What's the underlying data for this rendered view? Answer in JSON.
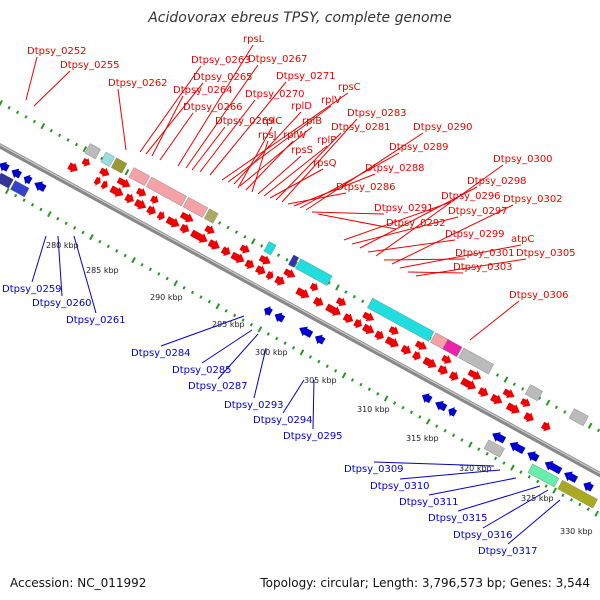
{
  "title": "Acidovorax ebreus TPSY, complete genome",
  "footer": {
    "accession": "Accession: NC_011992",
    "summary": "Topology: circular; Length: 3,796,573 bp; Genes: 3,544"
  },
  "colors": {
    "red": "#ee0000",
    "blue": "#0000cc",
    "backbone": "#8c8c8c",
    "tick": "#229922",
    "pink": "#f4a2a8",
    "cyan": "#22dddd",
    "magenta": "#ee22aa",
    "gray": "#bbbbbb"
  },
  "kbp_ticks": [
    "280 kbp",
    "285 kbp",
    "290 kbp",
    "295 kbp",
    "300 kbp",
    "305 kbp",
    "310 kbp",
    "315 kbp",
    "320 kbp",
    "325 kbp",
    "330 kbp"
  ],
  "red_labels": [
    "Dtpsy_0252",
    "Dtpsy_0255",
    "Dtpsy_0262",
    "Dtpsy_0263",
    "Dtpsy_0264",
    "Dtpsy_0265",
    "Dtpsy_0266",
    "rpsL",
    "Dtpsy_0267",
    "Dtpsy_0269",
    "Dtpsy_0270",
    "Dtpsy_0271",
    "rpsC",
    "rplV",
    "rplD",
    "rplB",
    "rplC",
    "rplW",
    "rpsJ",
    "rpsS",
    "rplP",
    "rpsQ",
    "Dtpsy_0281",
    "Dtpsy_0283",
    "Dtpsy_0286",
    "Dtpsy_0288",
    "Dtpsy_0289",
    "Dtpsy_0290",
    "Dtpsy_0291",
    "Dtpsy_0292",
    "Dtpsy_0296",
    "Dtpsy_0297",
    "Dtpsy_0298",
    "Dtpsy_0299",
    "Dtpsy_0300",
    "Dtpsy_0301",
    "Dtpsy_0302",
    "atpC",
    "Dtpsy_0303",
    "Dtpsy_0305",
    "Dtpsy_0306"
  ],
  "blue_labels": [
    "Dtpsy_0259",
    "Dtpsy_0260",
    "Dtpsy_0261",
    "Dtpsy_0284",
    "Dtpsy_0285",
    "Dtpsy_0287",
    "Dtpsy_0293",
    "Dtpsy_0294",
    "Dtpsy_0295",
    "Dtpsy_0309",
    "Dtpsy_0310",
    "Dtpsy_0311",
    "Dtpsy_0315",
    "Dtpsy_0316",
    "Dtpsy_0317"
  ]
}
